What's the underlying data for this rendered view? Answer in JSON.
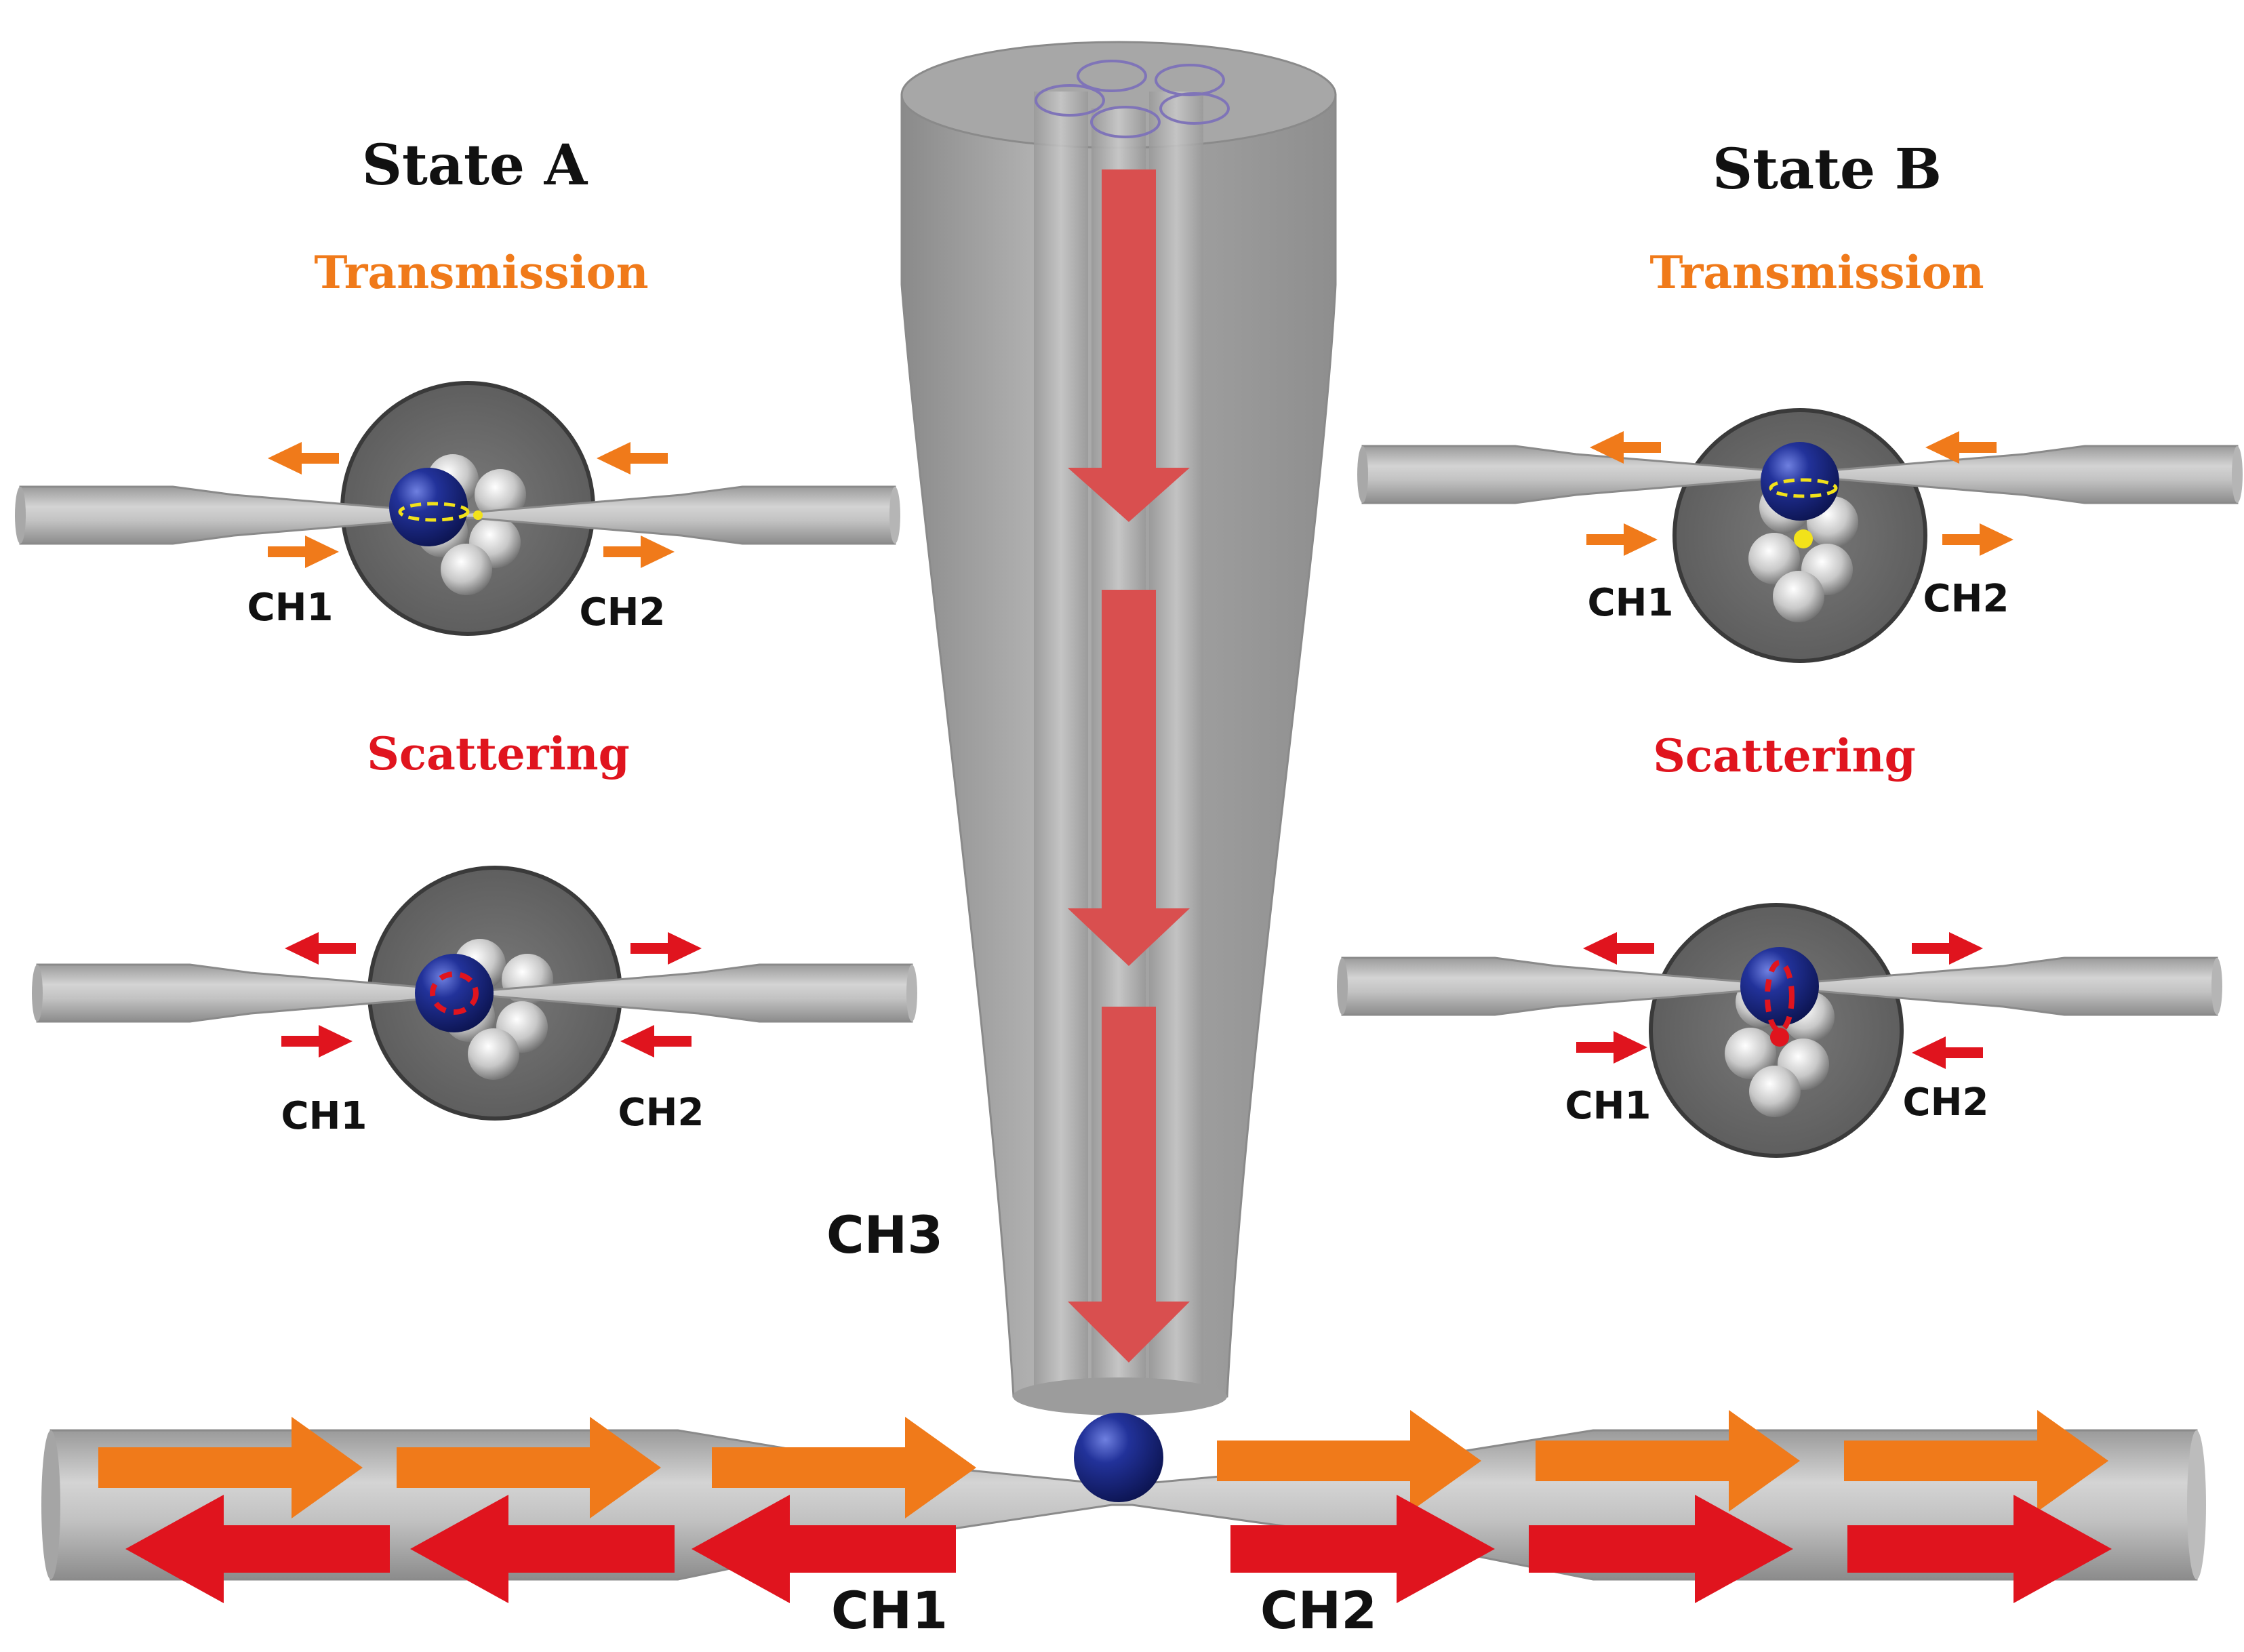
{
  "state_a": {
    "title": "State A",
    "transmission": {
      "label": "Transmission",
      "ch1": "CH1",
      "ch2": "CH2"
    },
    "scattering": {
      "label": "Scattering",
      "ch1": "CH1",
      "ch2": "CH2"
    }
  },
  "state_b": {
    "title": "State B",
    "transmission": {
      "label": "Transmission",
      "ch1": "CH1",
      "ch2": "CH2"
    },
    "scattering": {
      "label": "Scattering",
      "ch1": "CH1",
      "ch2": "CH2"
    }
  },
  "main": {
    "ch1": "CH1",
    "ch2": "CH2",
    "ch3": "CH3"
  },
  "colors": {
    "transmission": "#f07a1a",
    "scattering": "#e0141e",
    "fiber": "#b8b8b8",
    "probe_arrow": "#d94f4f",
    "microsphere": "#1a2a8c",
    "label_text": "#111111"
  }
}
